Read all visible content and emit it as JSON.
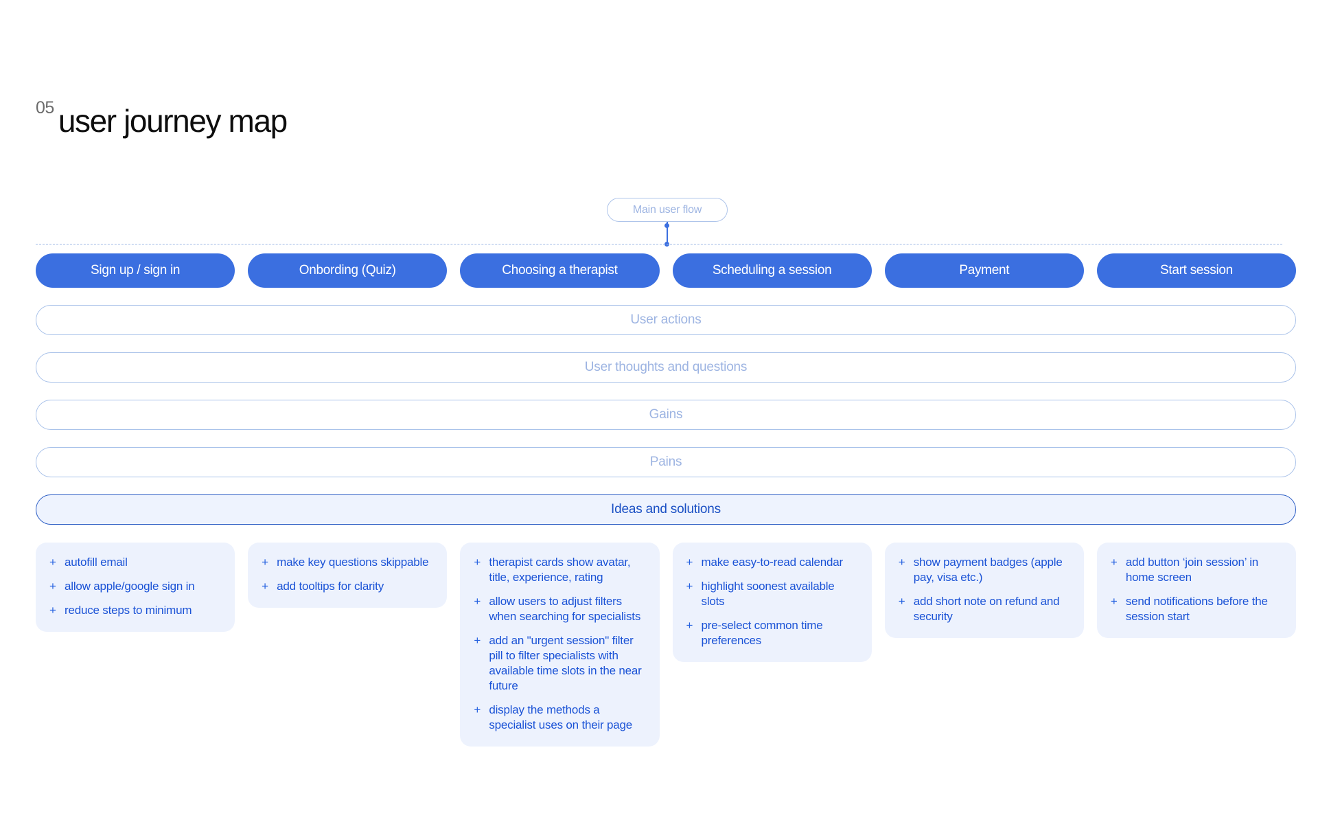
{
  "title": {
    "number": "05",
    "text": "user journey map"
  },
  "flow": {
    "pill_label": "Main user flow"
  },
  "stages": [
    {
      "label": "Sign up / sign in"
    },
    {
      "label": "Onbording (Quiz)"
    },
    {
      "label": "Choosing a therapist"
    },
    {
      "label": "Scheduling a session"
    },
    {
      "label": "Payment"
    },
    {
      "label": "Start session"
    }
  ],
  "lanes": [
    {
      "label": "User actions",
      "highlight": false
    },
    {
      "label": "User thoughts and questions",
      "highlight": false
    },
    {
      "label": "Gains",
      "highlight": false
    },
    {
      "label": "Pains",
      "highlight": false
    },
    {
      "label": "Ideas and solutions",
      "highlight": true
    }
  ],
  "cards": [
    {
      "stage": "Sign up / sign in",
      "ideas": [
        "autofill email",
        "allow apple/google sign in",
        "reduce steps to minimum"
      ]
    },
    {
      "stage": "Onbording (Quiz)",
      "ideas": [
        "make key questions skippable",
        "add tooltips for clarity"
      ]
    },
    {
      "stage": "Choosing a therapist",
      "ideas": [
        "therapist cards show avatar, title, experience, rating",
        "allow users to adjust filters when searching for specialists",
        "add an \"urgent session\" filter pill to filter specialists with available time slots in the near future",
        "display the methods a specialist uses on their page"
      ]
    },
    {
      "stage": "Scheduling a session",
      "ideas": [
        "make easy-to-read calendar",
        "highlight soonest available slots",
        "pre-select common time preferences"
      ]
    },
    {
      "stage": "Payment",
      "ideas": [
        "show payment badges (apple pay, visa etc.)",
        "add short note on refund and security"
      ]
    },
    {
      "stage": "Start session",
      "ideas": [
        "add button ‘join session’ in home screen",
        "send notifications before the session start"
      ]
    }
  ],
  "bullet_symbol": "+",
  "colors": {
    "stage_blue": "#3b6fe0",
    "lane_border": "#a8c1e9",
    "lane_label": "#9db4e2",
    "highlight_fill": "#eef3fe",
    "highlight_border": "#2a5cc4",
    "highlight_text": "#1b50c4",
    "card_fill": "#edf2fd",
    "card_text": "#1b53d6",
    "title_text": "#0d0d0d",
    "title_number": "#6b6b6b"
  }
}
